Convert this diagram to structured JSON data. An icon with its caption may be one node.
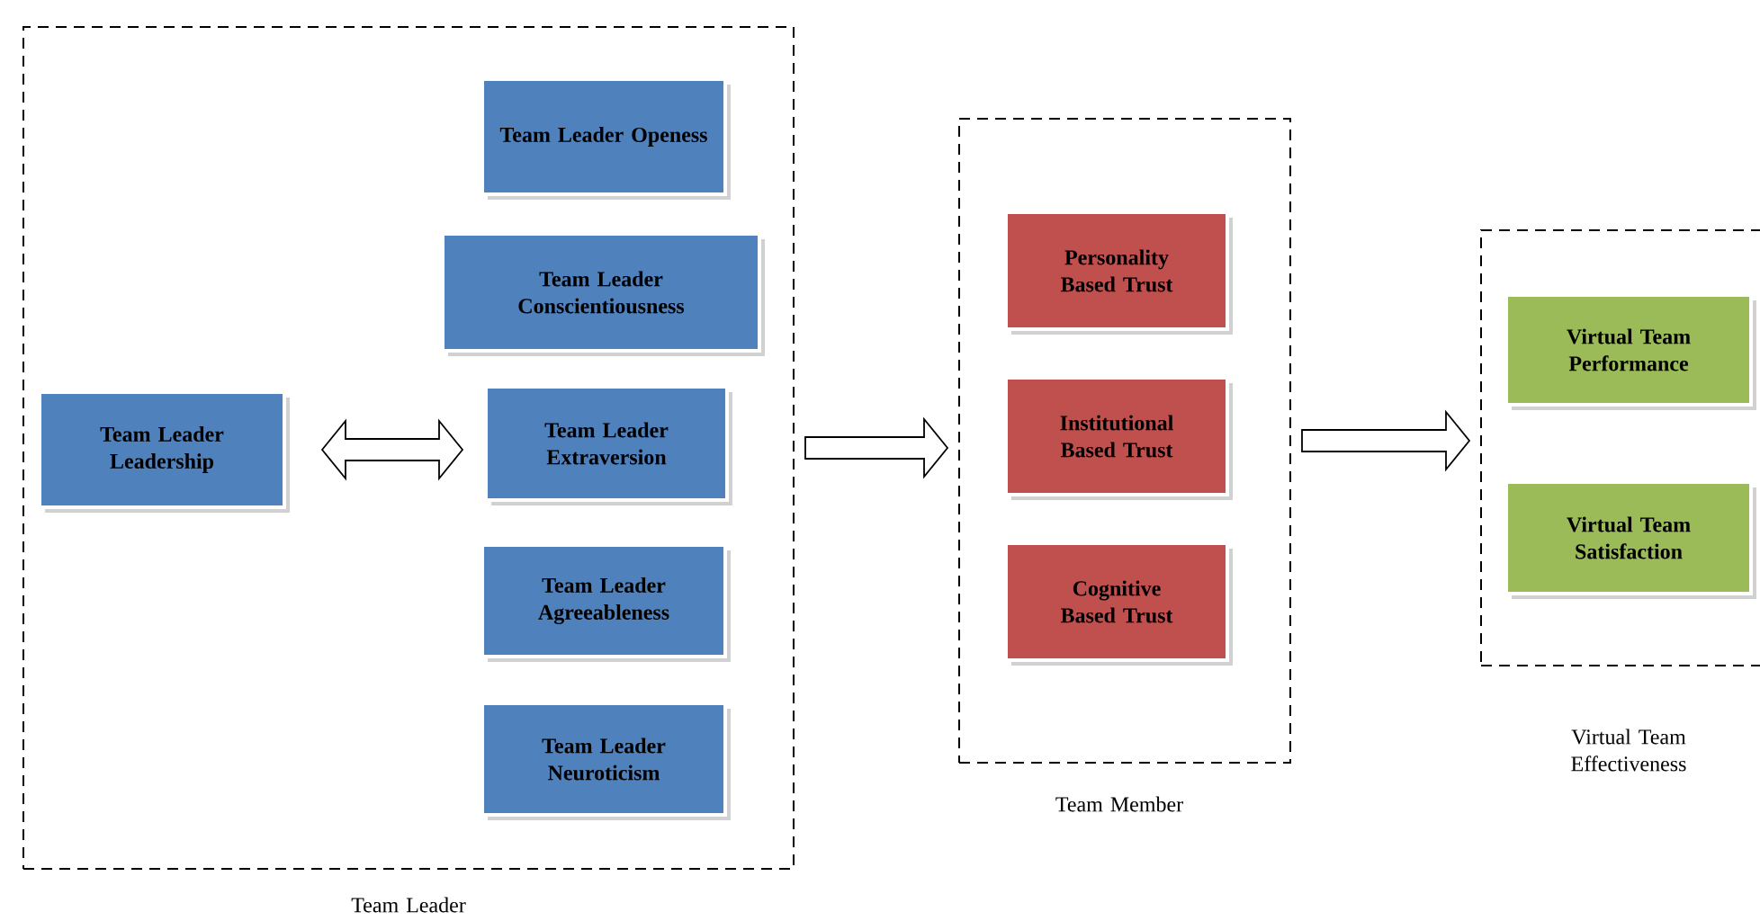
{
  "diagram": {
    "nodes": [
      {
        "text": [
          "Team Leader"
        ]
      },
      {
        "text": [
          "Team Leader Leadership"
        ],
        "in": 0
      },
      {
        "text": [
          "Team Leader Openess"
        ],
        "in": 0
      },
      {
        "text": [
          "Team Leader Conscientiousness"
        ],
        "in": 0
      },
      {
        "text": [
          "Team Leader Extraversion"
        ],
        "in": 0
      },
      {
        "text": [
          "Team Leader Agreeableness"
        ],
        "in": 0
      },
      {
        "text": [
          "Team Leader Neuroticism"
        ],
        "in": 0
      },
      {
        "text": [
          "Team Member"
        ]
      },
      {
        "text": [
          "Personality Based Trust"
        ],
        "in": 7
      },
      {
        "text": [
          "Institutional Based Trust"
        ],
        "in": 7
      },
      {
        "text": [
          "Cognitive Based Trust"
        ],
        "in": 7
      },
      {
        "text": [
          "Virtual Team Effectiveness"
        ]
      },
      {
        "text": [
          "Virtual Team Performance"
        ],
        "in": 11
      },
      {
        "text": [
          "Virtual Team Satisfaction"
        ],
        "in": 11
      }
    ],
    "edges": [
      {
        "from": 1,
        "to": 4,
        "arrow": "both"
      },
      {
        "from": 0,
        "to": 7,
        "arrow": "to"
      },
      {
        "from": 7,
        "to": 11,
        "arrow": "to"
      }
    ]
  }
}
